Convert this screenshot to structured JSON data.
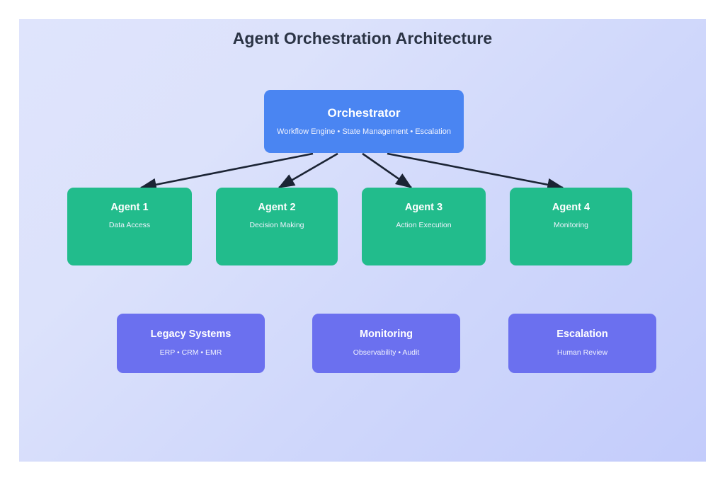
{
  "canvas": {
    "background_from": "#dfe4fc",
    "background_to": "#c3ccfb",
    "page_background": "#ffffff"
  },
  "title": "Agent Orchestration Architecture",
  "colors": {
    "title_text": "#2b3445",
    "orchestrator": "#4a85f2",
    "agent": "#22bc8c",
    "support": "#6b70ef",
    "arrow": "#1b2434",
    "node_text": "#ffffff",
    "node_subtext": "#f0f2fe"
  },
  "orchestrator": {
    "title": "Orchestrator",
    "subtitle": "Workflow Engine • State Management • Escalation"
  },
  "agents": [
    {
      "title": "Agent 1",
      "subtitle": "Data Access"
    },
    {
      "title": "Agent 2",
      "subtitle": "Decision Making"
    },
    {
      "title": "Agent 3",
      "subtitle": "Action Execution"
    },
    {
      "title": "Agent 4",
      "subtitle": "Monitoring"
    }
  ],
  "support": [
    {
      "title": "Legacy Systems",
      "subtitle": "ERP • CRM • EMR"
    },
    {
      "title": "Monitoring",
      "subtitle": "Observability • Audit"
    },
    {
      "title": "Escalation",
      "subtitle": "Human Review"
    }
  ],
  "connections": [
    {
      "from": "Orchestrator",
      "to": "Agent 1"
    },
    {
      "from": "Orchestrator",
      "to": "Agent 2"
    },
    {
      "from": "Orchestrator",
      "to": "Agent 3"
    },
    {
      "from": "Orchestrator",
      "to": "Agent 4"
    }
  ]
}
